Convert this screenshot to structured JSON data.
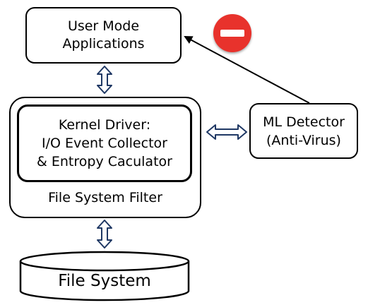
{
  "nodes": {
    "user_mode_apps": "User Mode\nApplications",
    "kernel_driver": "Kernel Driver:\nI/O Event Collector\n& Entropy Caculator",
    "file_system_filter": "File System Filter",
    "ml_detector": "ML Detector\n(Anti-Virus)",
    "file_system": "File System"
  },
  "icons": {
    "block": "stop-sign-icon"
  },
  "colors": {
    "block_icon": "#e8322c",
    "arrow_fill": "#ffffff",
    "arrow_stroke": "#1f3864"
  }
}
